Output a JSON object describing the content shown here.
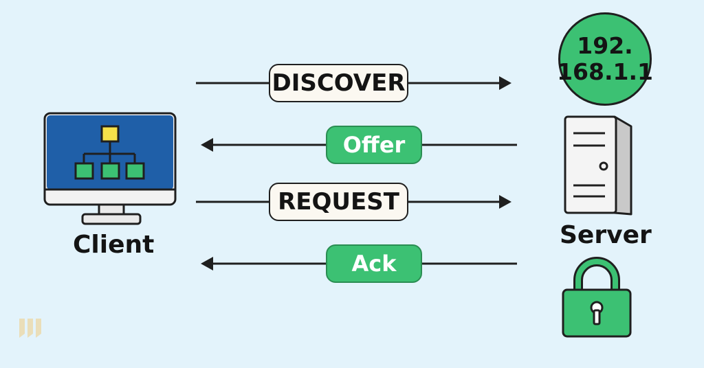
{
  "messages": [
    {
      "label": "DISCOVER",
      "direction": "to-server",
      "style": "outline"
    },
    {
      "label": "Offer",
      "direction": "to-client",
      "style": "filled"
    },
    {
      "label": "REQUEST",
      "direction": "to-server",
      "style": "outline"
    },
    {
      "label": "Ack",
      "direction": "to-client",
      "style": "filled"
    }
  ],
  "client": {
    "label": "Client",
    "icon": "monitor-network-icon"
  },
  "server": {
    "label": "Server",
    "icon": "server-tower-icon"
  },
  "ip_badge": {
    "line1": "192.",
    "line2": "168.1.1"
  },
  "lock": {
    "icon": "padlock-icon"
  },
  "colors": {
    "background": "#e3f3fb",
    "accent_green": "#3cc173",
    "screen_blue": "#1f5fa8",
    "node_yellow": "#f5e14a"
  }
}
